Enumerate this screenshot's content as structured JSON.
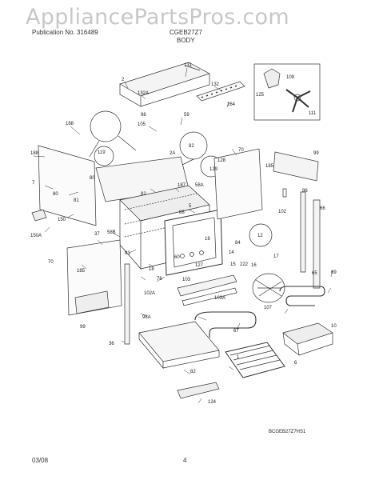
{
  "watermark": "AppliancePartsPros.com",
  "header": {
    "left": "Publication No. 316489",
    "model": "CGEB27Z7",
    "section": "BODY"
  },
  "diagram_code": "BCGEB27Z7HS1",
  "footer": {
    "date": "03/08",
    "page": "4"
  },
  "parts": [
    {
      "id": "p131",
      "label": "131"
    },
    {
      "id": "p2",
      "label": "2"
    },
    {
      "id": "p132",
      "label": "132"
    },
    {
      "id": "p132A",
      "label": "132A"
    },
    {
      "id": "p264",
      "label": "264"
    },
    {
      "id": "p109",
      "label": "109"
    },
    {
      "id": "p125",
      "label": "125"
    },
    {
      "id": "p111",
      "label": "111"
    },
    {
      "id": "p188a",
      "label": "188"
    },
    {
      "id": "p105",
      "label": "105"
    },
    {
      "id": "p59",
      "label": "59"
    },
    {
      "id": "p98",
      "label": "98"
    },
    {
      "id": "p82a",
      "label": "82"
    },
    {
      "id": "p119",
      "label": "119"
    },
    {
      "id": "p2A",
      "label": "2A"
    },
    {
      "id": "p188b",
      "label": "188"
    },
    {
      "id": "p128",
      "label": "128"
    },
    {
      "id": "p70a",
      "label": "70"
    },
    {
      "id": "p99a",
      "label": "99"
    },
    {
      "id": "p80a",
      "label": "80"
    },
    {
      "id": "p129",
      "label": "129"
    },
    {
      "id": "p185a",
      "label": "185"
    },
    {
      "id": "p7",
      "label": "7"
    },
    {
      "id": "p80b",
      "label": "80"
    },
    {
      "id": "p82b",
      "label": "82"
    },
    {
      "id": "p187",
      "label": "187"
    },
    {
      "id": "p58A",
      "label": "58A"
    },
    {
      "id": "p81",
      "label": "81"
    },
    {
      "id": "p5",
      "label": "5"
    },
    {
      "id": "p96",
      "label": "96"
    },
    {
      "id": "p102",
      "label": "102"
    },
    {
      "id": "p66",
      "label": "66"
    },
    {
      "id": "p150",
      "label": "150"
    },
    {
      "id": "p88",
      "label": "88"
    },
    {
      "id": "p150A",
      "label": "150A"
    },
    {
      "id": "p58B",
      "label": "58B"
    },
    {
      "id": "p37",
      "label": "37"
    },
    {
      "id": "p12",
      "label": "12"
    },
    {
      "id": "p18",
      "label": "18"
    },
    {
      "id": "p84",
      "label": "84"
    },
    {
      "id": "p70b",
      "label": "70"
    },
    {
      "id": "p83",
      "label": "83"
    },
    {
      "id": "p60",
      "label": "60"
    },
    {
      "id": "p127",
      "label": "127"
    },
    {
      "id": "p14",
      "label": "14"
    },
    {
      "id": "p17",
      "label": "17"
    },
    {
      "id": "p222",
      "label": "222"
    },
    {
      "id": "p15",
      "label": "15"
    },
    {
      "id": "p16",
      "label": "16"
    },
    {
      "id": "p185b",
      "label": "185"
    },
    {
      "id": "p76",
      "label": "76"
    },
    {
      "id": "p18b",
      "label": "18"
    },
    {
      "id": "p102A",
      "label": "102A"
    },
    {
      "id": "p103",
      "label": "103"
    },
    {
      "id": "p65",
      "label": "65"
    },
    {
      "id": "p69",
      "label": "69"
    },
    {
      "id": "p103A",
      "label": "103A"
    },
    {
      "id": "p107",
      "label": "107"
    },
    {
      "id": "p99b",
      "label": "99"
    },
    {
      "id": "p98A",
      "label": "98A"
    },
    {
      "id": "p67",
      "label": "67"
    },
    {
      "id": "p10",
      "label": "10"
    },
    {
      "id": "p36",
      "label": "36"
    },
    {
      "id": "p1",
      "label": "1"
    },
    {
      "id": "p82c",
      "label": "82"
    },
    {
      "id": "p6",
      "label": "6"
    },
    {
      "id": "p124",
      "label": "124"
    }
  ]
}
